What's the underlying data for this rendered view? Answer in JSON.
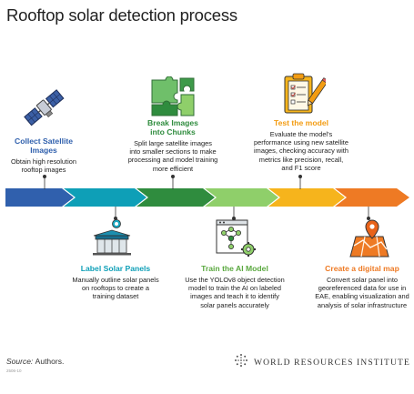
{
  "title": "Rooftop solar detection process",
  "colors": {
    "stage1": "#3060ad",
    "stage2": "#0e9fb7",
    "stage3": "#2f8c3e",
    "stage4": "#8fcf6a",
    "stage5": "#f6b41c",
    "stage6": "#ee7a24"
  },
  "steps": [
    {
      "title": "Collect Satellite Images",
      "title_lines": [
        "Collect Satellite",
        "Images"
      ],
      "desc_lines": [
        "Obtain high resolution",
        "rooftop images"
      ],
      "icon": "satellite-icon"
    },
    {
      "title": "Label Solar Panels",
      "title_lines": [
        "Label Solar Panels"
      ],
      "desc_lines": [
        "Manually outline solar panels",
        "on rooftops to create a",
        "training dataset"
      ],
      "icon": "solar-panel-house-icon"
    },
    {
      "title": "Break Images into Chunks",
      "title_lines": [
        "Break Images",
        "into Chunks"
      ],
      "desc_lines": [
        "Split large satellite images",
        "into smaller sections to make",
        "processing and model training",
        "more efficient"
      ],
      "icon": "puzzle-icon"
    },
    {
      "title": "Train the AI Model",
      "title_lines": [
        "Train the AI Model"
      ],
      "desc_lines": [
        "Use the YOLOv8 object detection",
        "model to train the AI on labeled",
        "images and teach it to identify",
        "solar panels accurately"
      ],
      "icon": "ai-network-icon"
    },
    {
      "title": "Test the model",
      "title_lines": [
        "Test the model"
      ],
      "desc_lines": [
        "Evaluate the model's",
        "performance using new satellite",
        "images, checking accuracy with",
        "metrics like precision, recall,",
        "and F1 score"
      ],
      "icon": "clipboard-checklist-icon"
    },
    {
      "title": "Create a digital map",
      "title_lines": [
        "Create a digital map"
      ],
      "desc_lines": [
        "Convert solar panel into",
        "georeferenced data for use in",
        "EAE, enabling visualization and",
        "analysis of solar infrastructure"
      ],
      "icon": "map-pin-icon"
    }
  ],
  "footer": {
    "source_label": "Source:",
    "source_text": "Authors.",
    "code": "2506-10",
    "org": "WORLD RESOURCES INSTITUTE"
  }
}
